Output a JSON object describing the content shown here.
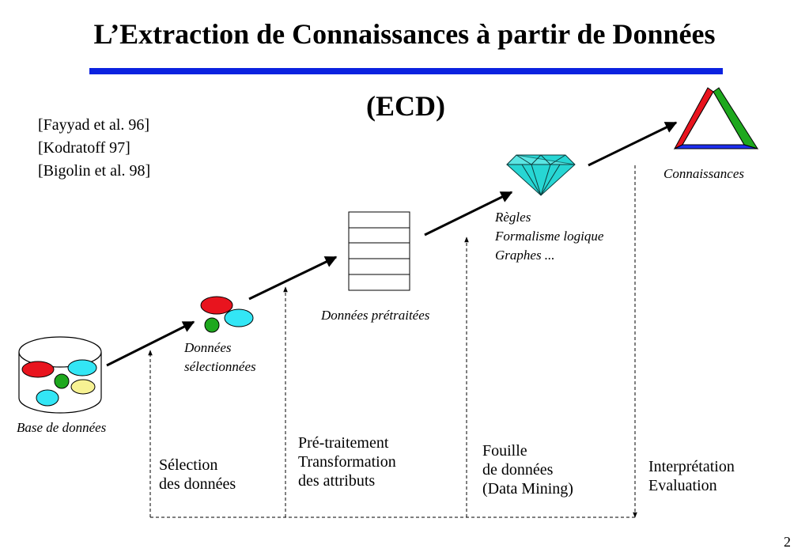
{
  "title": "L’Extraction de Connaissances à partir de Données",
  "subtitle": "(ECD)",
  "references": [
    "[Fayyad et al. 96]",
    "[Kodratoff 97]",
    "[Bigolin et al. 98]"
  ],
  "labels": {
    "database": "Base de données",
    "selected_data_1": "Données",
    "selected_data_2": "sélectionnées",
    "preprocessed_data": "Données prétraitées",
    "patterns": [
      "Règles",
      "Formalisme logique",
      "Graphes ..."
    ],
    "knowledge": "Connaissances"
  },
  "steps": {
    "selection": [
      "Sélection",
      "des données"
    ],
    "preprocessing": [
      "Pré-traitement",
      "Transformation",
      "des attributs"
    ],
    "mining": [
      "Fouille",
      "de données",
      "(Data Mining)"
    ],
    "interpretation": [
      "Interprétation",
      "Evaluation"
    ]
  },
  "page_number": "2",
  "colors": {
    "title_bar": "#0b22e0",
    "red": "#e8141e",
    "cyan": "#33e6f5",
    "green": "#1ea81e",
    "yellow": "#f7f293",
    "diamond": "#27d6d4",
    "triangle_blue": "#1d2ef0"
  }
}
